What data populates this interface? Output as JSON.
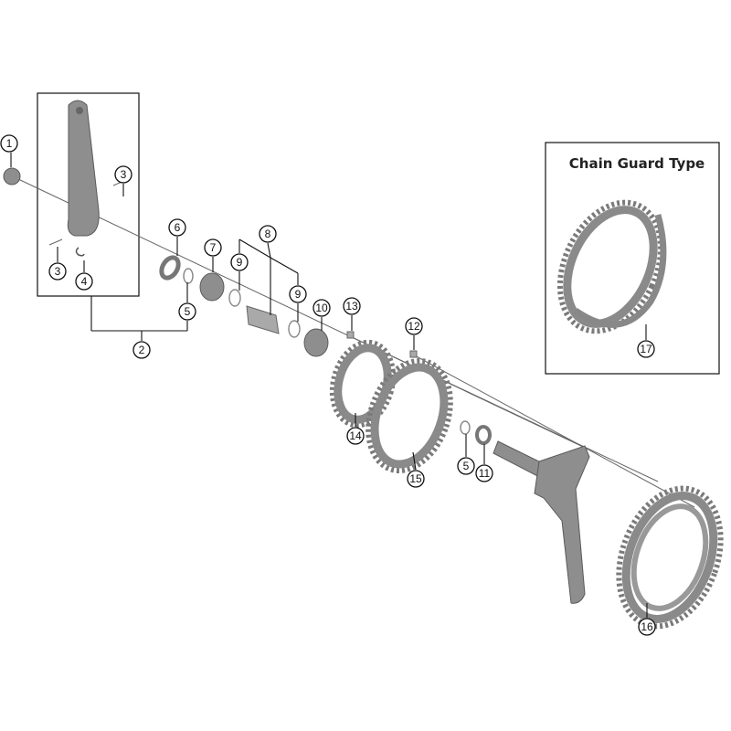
{
  "inset": {
    "title": "Chain Guard Type"
  },
  "callouts": [
    "1",
    "2",
    "3",
    "3",
    "4",
    "5",
    "5",
    "6",
    "7",
    "8",
    "9",
    "9",
    "10",
    "11",
    "12",
    "13",
    "14",
    "15",
    "16",
    "17"
  ],
  "colors": {
    "part": "#8e8e8e",
    "line": "#111111",
    "background": "#ffffff"
  }
}
